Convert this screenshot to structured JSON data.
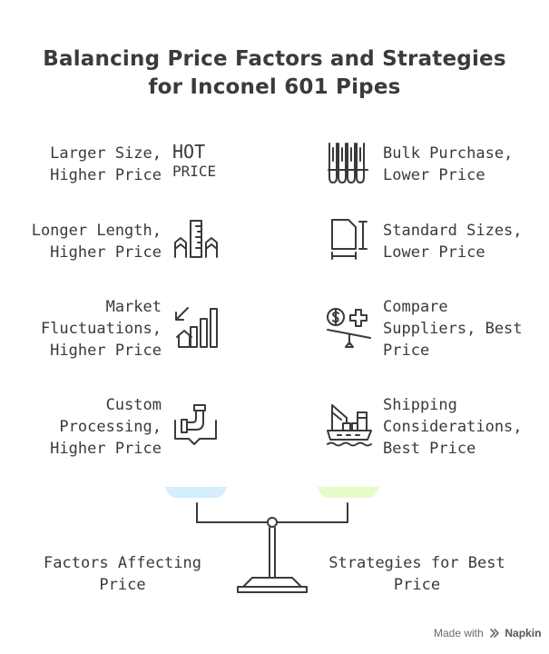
{
  "title": {
    "line1": "Balancing Price Factors and Strategies",
    "line2": "for Inconel 601 Pipes"
  },
  "factors": [
    {
      "lines": [
        "Larger Size,",
        "Higher Price"
      ],
      "icon": "hot-price-icon",
      "icon_text": [
        "HOT",
        "PRICE"
      ]
    },
    {
      "lines": [
        "Longer Length,",
        "Higher Price"
      ],
      "icon": "ruler-length-icon"
    },
    {
      "lines": [
        "Market",
        "Fluctuations,",
        "Higher Price"
      ],
      "icon": "market-chart-icon"
    },
    {
      "lines": [
        "Custom",
        "Processing,",
        "Higher Price"
      ],
      "icon": "pipe-processing-icon"
    }
  ],
  "strategies": [
    {
      "lines": [
        "Bulk Purchase,",
        "Lower Price"
      ],
      "icon": "bulk-tubes-icon"
    },
    {
      "lines": [
        "Standard Sizes,",
        "Lower Price"
      ],
      "icon": "standard-size-document-icon"
    },
    {
      "lines": [
        "Compare",
        "Suppliers, Best",
        "Price"
      ],
      "icon": "compare-balance-icon"
    },
    {
      "lines": [
        "Shipping",
        "Considerations,",
        "Best Price"
      ],
      "icon": "cargo-ship-icon"
    }
  ],
  "balance": {
    "left_label": [
      "Factors Affecting",
      "Price"
    ],
    "right_label": [
      "Strategies for Best",
      "Price"
    ],
    "left_pan_color": "#d4eefb",
    "right_pan_color": "#e6fbc8"
  },
  "footer": {
    "made_with": "Made with",
    "brand": "Napkin"
  }
}
